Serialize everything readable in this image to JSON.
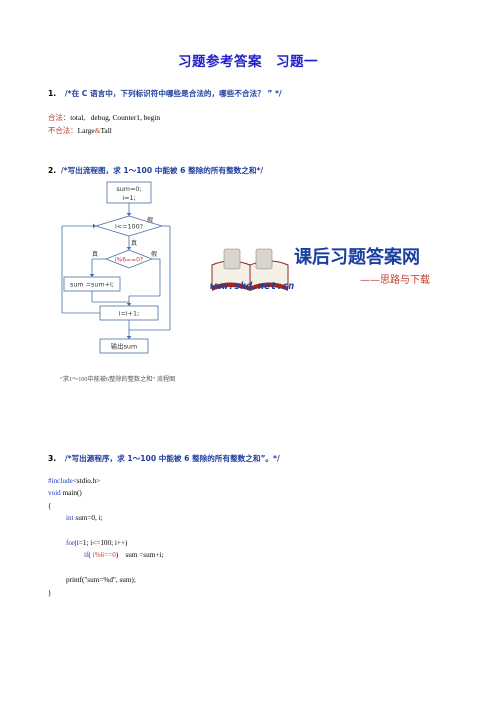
{
  "document": {
    "title": "习题参考答案　习题一"
  },
  "q1": {
    "number": "1.",
    "text": "/*在 C 语言中，下列标识符中哪些是合法的，哪些不合法？ ” */",
    "legal_label": "合法：",
    "legal_values": "total,   debug, Counter1, begin",
    "illegal_label": "不合法：",
    "illegal_a": "Large",
    "illegal_amp": "&",
    "illegal_b": "Tall"
  },
  "q2": {
    "number": "2.",
    "text": "/*写出流程图，求 1～100 中能被 6 整除的所有整数之和*/",
    "flowchart": {
      "init_line1": "sum=0;",
      "init_line2": "i=1;",
      "cond_outer": "i<=100?",
      "cond_inner": "i%6==0?",
      "true_label_outer": "真",
      "false_label_outer": "假",
      "true_label_inner": "真",
      "false_label_inner": "假",
      "assign_sum": "sum =sum+i;",
      "increment": "i=i+1;",
      "output": "输出sum"
    },
    "caption": "“求1～100中能被6整除的整数之和” 流程图"
  },
  "logo": {
    "title": "课后习题答案网",
    "url": "www.skd.net.cn",
    "slogan": "——思路与下载"
  },
  "q3": {
    "number": "3.",
    "text": "/*写出源程序，求 1～100 中能被 6 整除的所有整数之和”。*/",
    "code": {
      "include_kw": "#include",
      "include_file": "<stdio.h>",
      "main_kw": "void",
      "main_sig": " main()",
      "open": "{",
      "decl_kw": "int",
      "decl_rest": " sum=0, i;",
      "for_kw": "for",
      "for_rest": "(i=1; i<=100; i++)",
      "if_kw": "if",
      "if_cond_a": "( ",
      "if_cond_red": "i%6==0",
      "if_cond_b": ")    sum =sum+i;",
      "printf": "printf(\"sum=%d\", sum);",
      "close": "}"
    }
  }
}
